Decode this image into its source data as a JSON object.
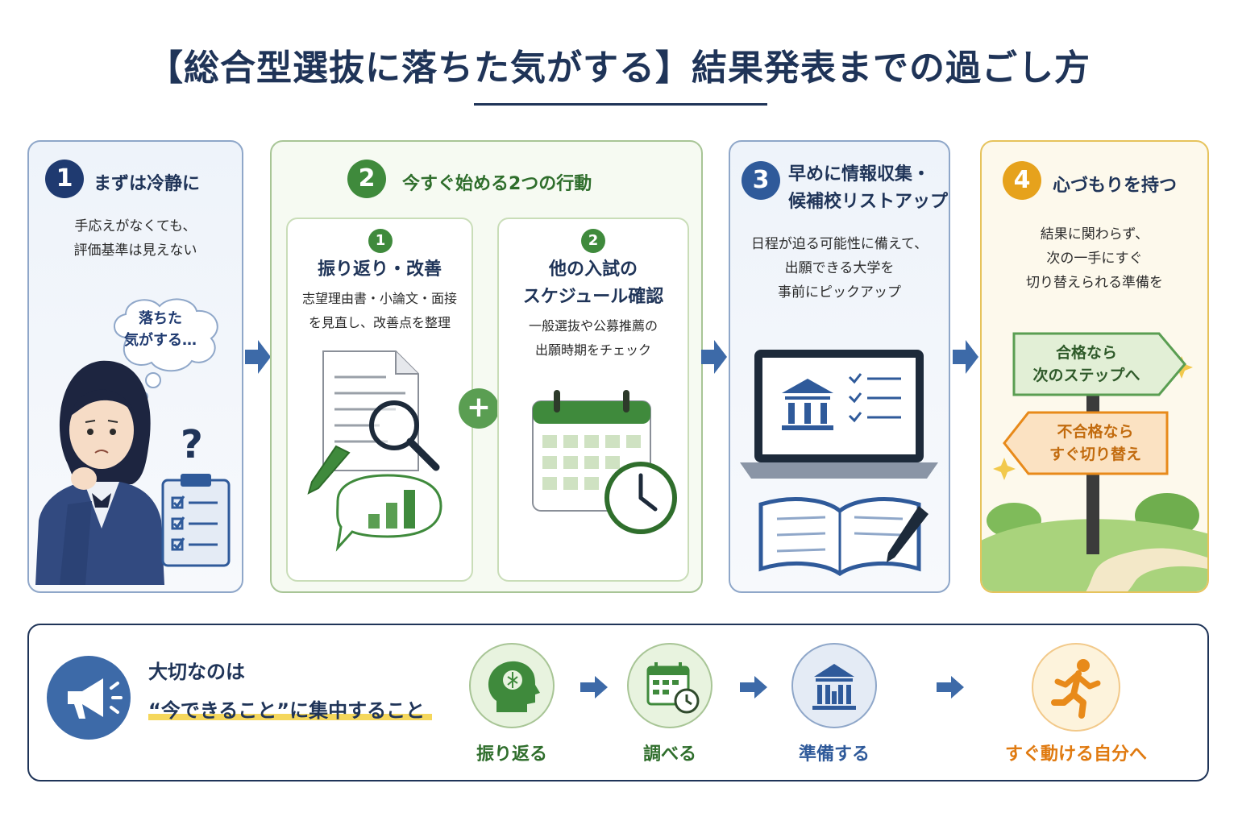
{
  "title": "【総合型選抜に落ちた気がする】結果発表までの過ごし方",
  "panel1": {
    "number": "1",
    "heading": "まずは冷静に",
    "text_line1": "手応えがなくても、",
    "text_line2": "評価基準は見えない",
    "bubble_line1": "落ちた",
    "bubble_line2": "気がする…",
    "question": "?"
  },
  "panel2": {
    "number": "2",
    "heading": "今すぐ始める2つの行動",
    "plus": "+",
    "sub1": {
      "number": "1",
      "heading": "振り返り・改善",
      "text_line1": "志望理由書・小論文・面接",
      "text_line2": "を見直し、改善点を整理"
    },
    "sub2": {
      "number": "2",
      "heading_line1": "他の入試の",
      "heading_line2": "スケジュール確認",
      "text_line1": "一般選抜や公募推薦の",
      "text_line2": "出願時期をチェック"
    }
  },
  "panel3": {
    "number": "3",
    "heading_line1": "早めに情報収集・",
    "heading_line2": "候補校リストアップ",
    "text_line1": "日程が迫る可能性に備えて、",
    "text_line2": "出願できる大学を",
    "text_line3": "事前にピックアップ"
  },
  "panel4": {
    "number": "4",
    "heading": "心づもりを持つ",
    "text_line1": "結果に関わらず、",
    "text_line2": "次の一手にすぐ",
    "text_line3": "切り替えられる準備を",
    "sign1_line1": "合格なら",
    "sign1_line2": "次のステップへ",
    "sign2_line1": "不合格なら",
    "sign2_line2": "すぐ切り替え"
  },
  "bottom": {
    "line1": "大切なのは",
    "line2": "“今できること”に集中すること",
    "steps": [
      "振り返る",
      "調べる",
      "準備する",
      "すぐ動ける自分へ"
    ]
  },
  "colors": {
    "navy": "#1f3458",
    "green": "#3f8a3c",
    "blue": "#2f5a9a",
    "gold": "#e6a21c",
    "orange": "#e88a1a"
  }
}
